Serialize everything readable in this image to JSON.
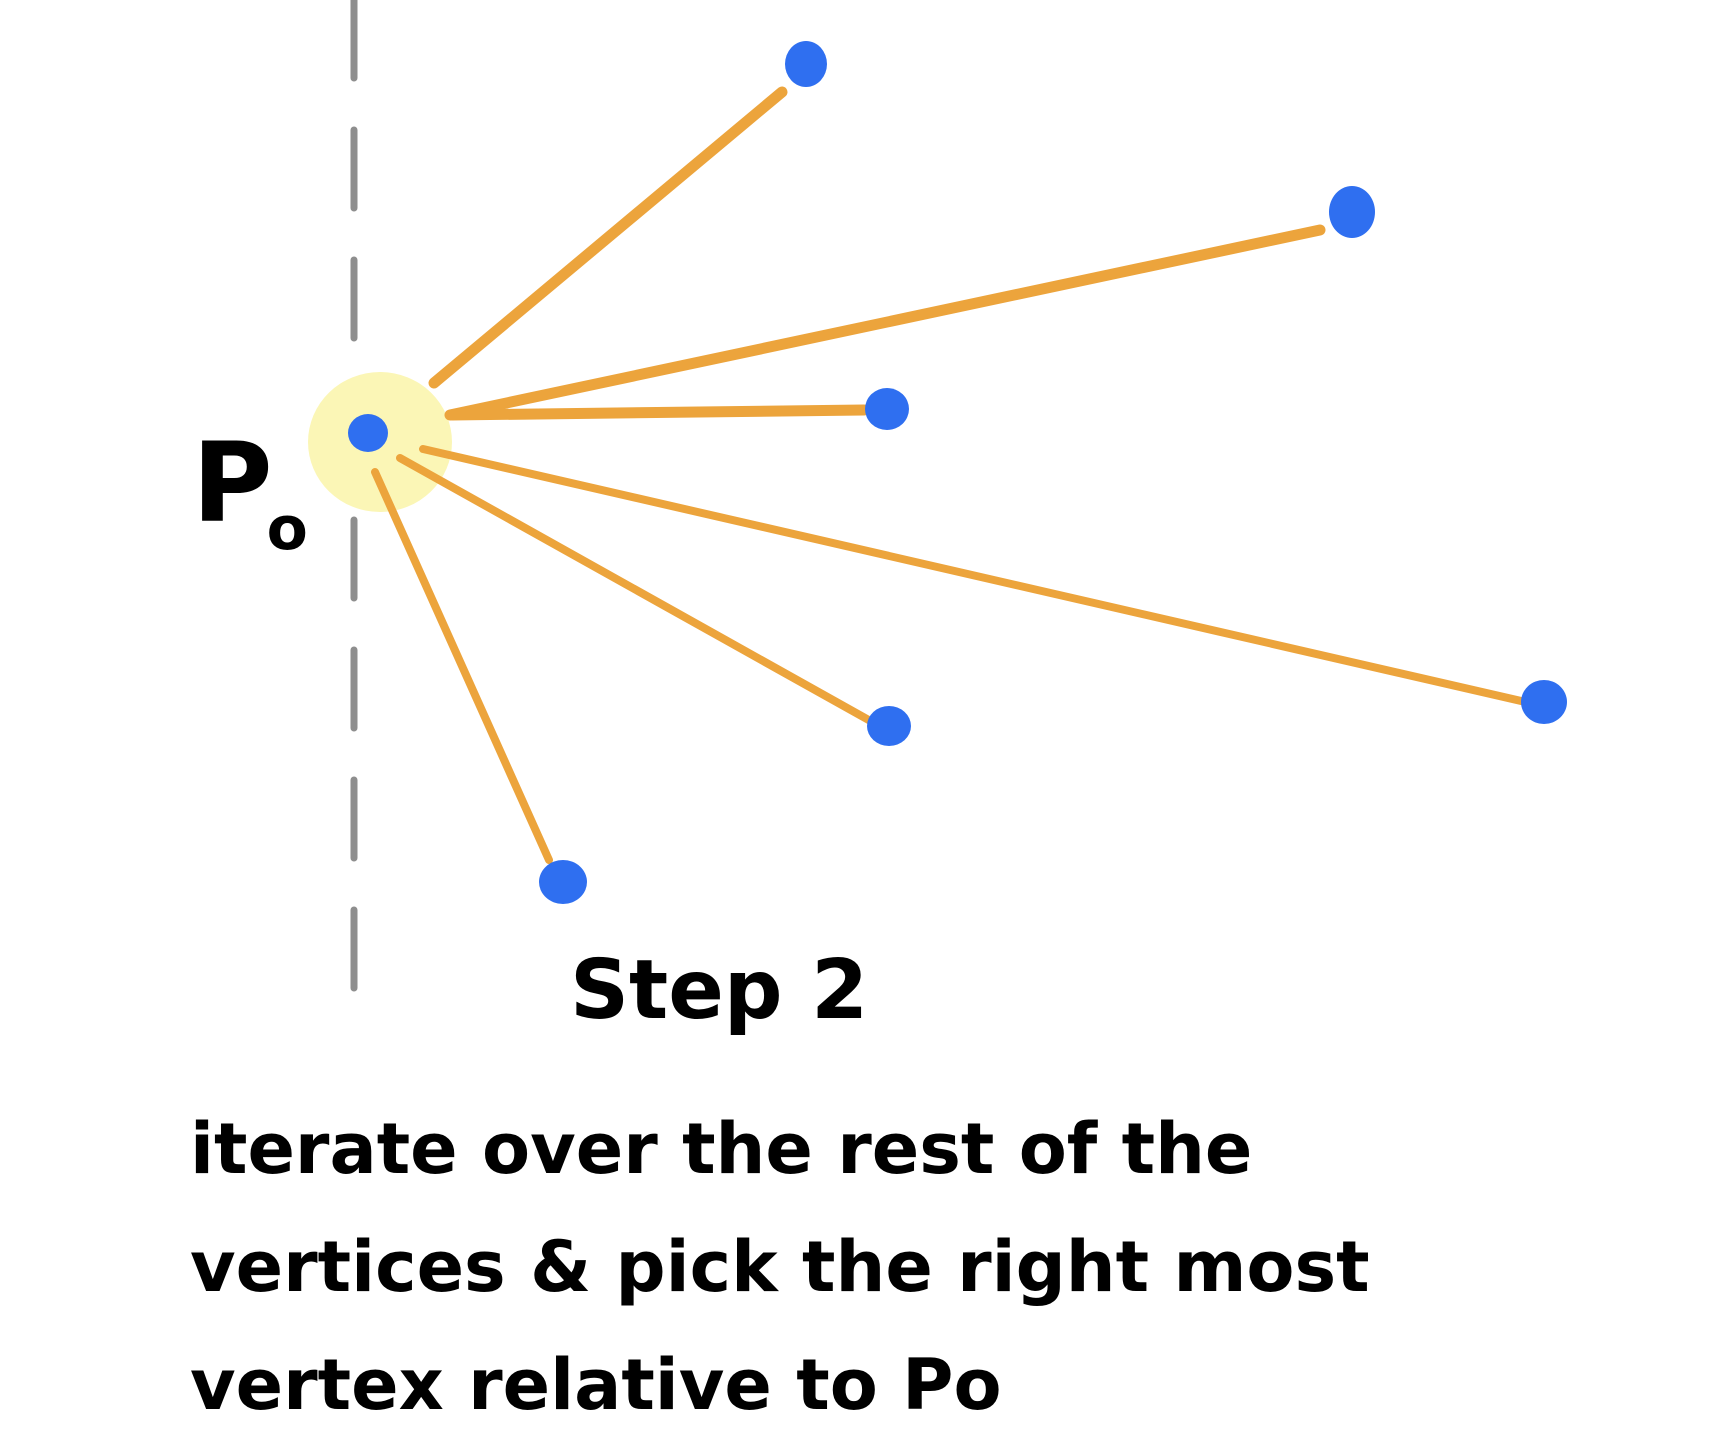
{
  "colors": {
    "point": "#2f6ff0",
    "segment": "#eca43c",
    "highlight": "#fbf6b6",
    "axis": "#8e8e8e",
    "ink": "#000000"
  },
  "labels": {
    "p0_main": "P",
    "p0_sub": "o",
    "step_title": "Step 2",
    "caption_line1": "iterate over the rest of the",
    "caption_line2": "vertices & pick the right most",
    "caption_line3": "vertex relative to Po"
  }
}
